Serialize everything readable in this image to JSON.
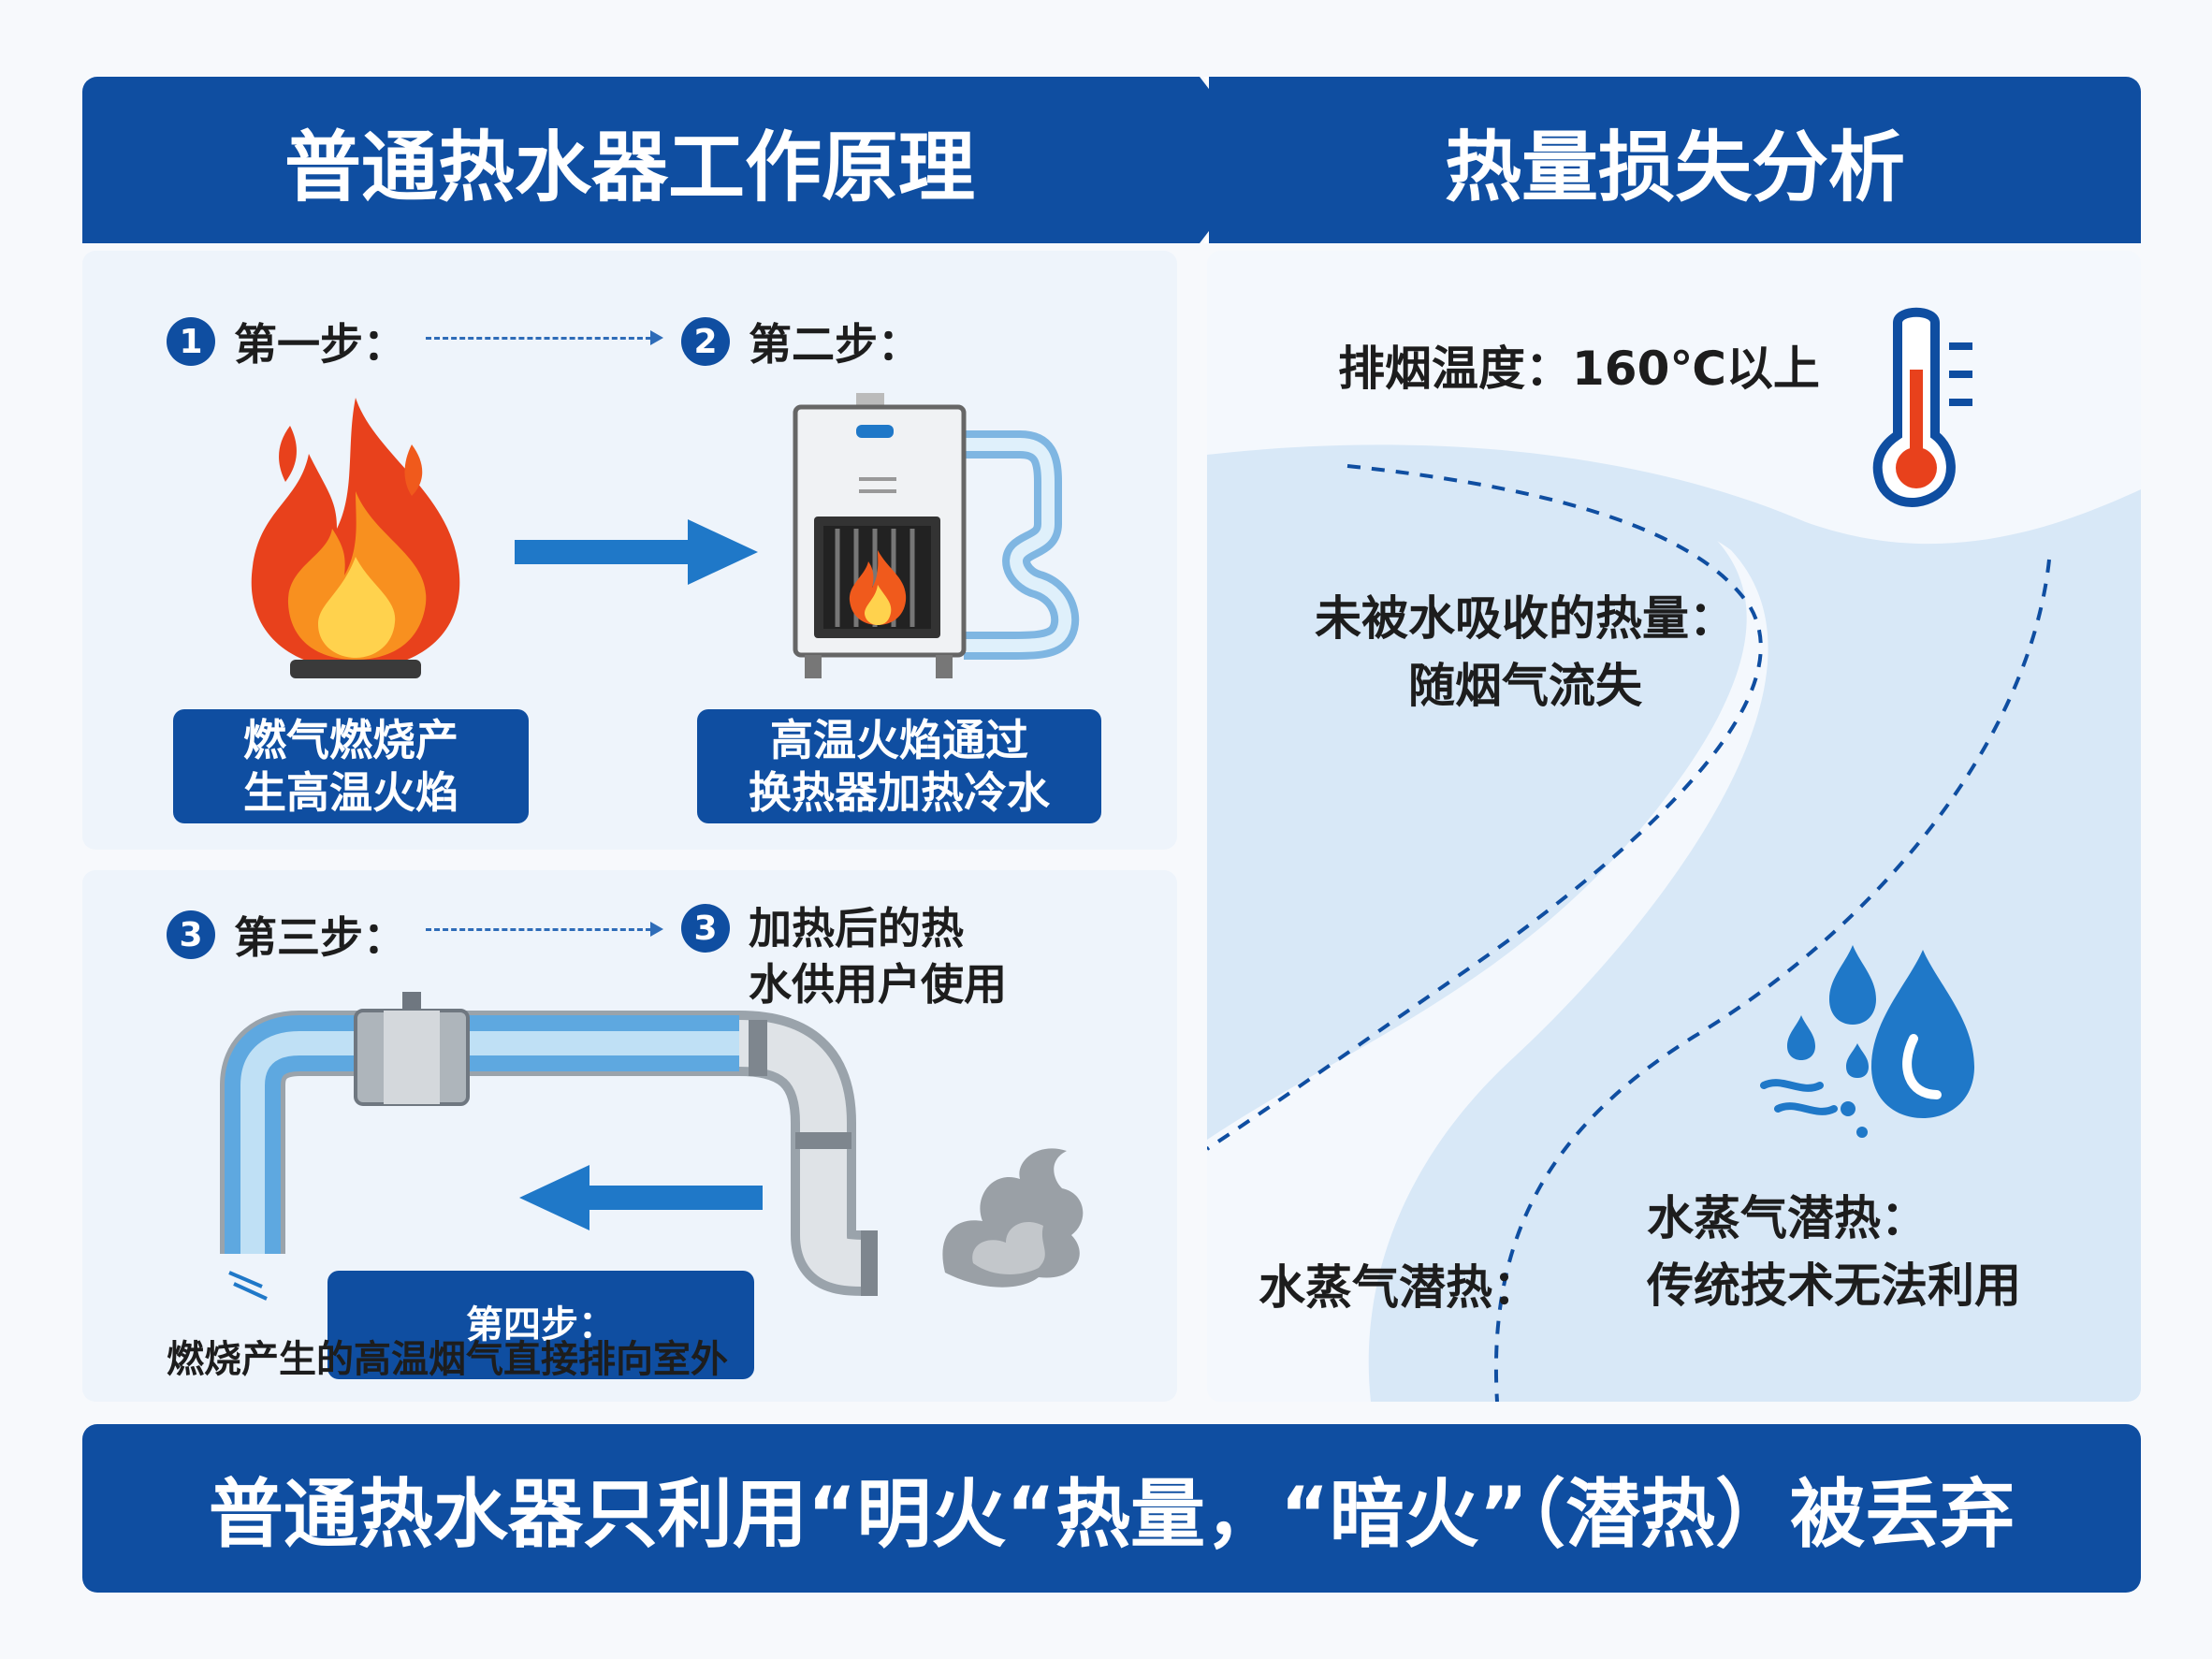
{
  "headers": {
    "left_title": "普通热水器工作原理",
    "right_title": "热量损失分析"
  },
  "steps": {
    "step1": {
      "num": "1",
      "label": "第一步：",
      "caption": "燃气燃烧产\n生高温火焰"
    },
    "step2": {
      "num": "2",
      "label": "第二步：",
      "caption": "高温火焰通过\n换热器加热冷水"
    },
    "step3": {
      "num": "3",
      "label": "第三步："
    },
    "step3b": {
      "num": "3",
      "label": "加热后的热\n水供用户使用"
    },
    "step4": {
      "label": "第四步：",
      "caption": "燃烧产生的高温烟气直接排向室外"
    }
  },
  "analysis": {
    "exhaust_temp": "排烟温度：160℃以上",
    "unabsorbed": "未被水吸收的热量：\n随烟气流失",
    "vapor_left": "水蒸气潜热：",
    "vapor_right": "水蒸气潜热：\n传统技术无法利用"
  },
  "footer": {
    "text": "普通热水器只利用“明火“热量，“暗火”（潜热）被丢弃"
  },
  "colors": {
    "primary_blue": "#0f4ea1",
    "panel_bg": "#eef4fb",
    "flame_red": "#e8411c",
    "water_blue": "#1f78c8"
  },
  "icons": [
    "flame-icon",
    "water-heater-icon",
    "pipe-icon",
    "smoke-icon",
    "thermometer-icon",
    "water-drops-icon"
  ]
}
